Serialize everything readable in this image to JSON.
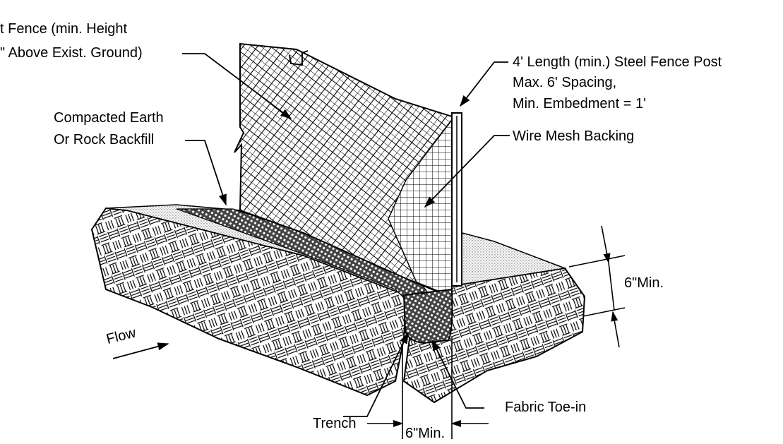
{
  "labels": {
    "silt_fence_line1": "t Fence (min. Height",
    "silt_fence_line2": "\" Above Exist. Ground)",
    "compacted_line1": "Compacted Earth",
    "compacted_line2": "Or Rock Backfill",
    "post_line1": "4' Length (min.) Steel Fence Post",
    "post_line2": "Max. 6' Spacing,",
    "post_line3": "Min. Embedment = 1'",
    "wire_mesh": "Wire Mesh Backing",
    "depth_dim": "6\"Min.",
    "flow": "Flow",
    "trench": "Trench",
    "width_dim": "6\"Min.",
    "fabric_toe": "Fabric Toe-in"
  }
}
